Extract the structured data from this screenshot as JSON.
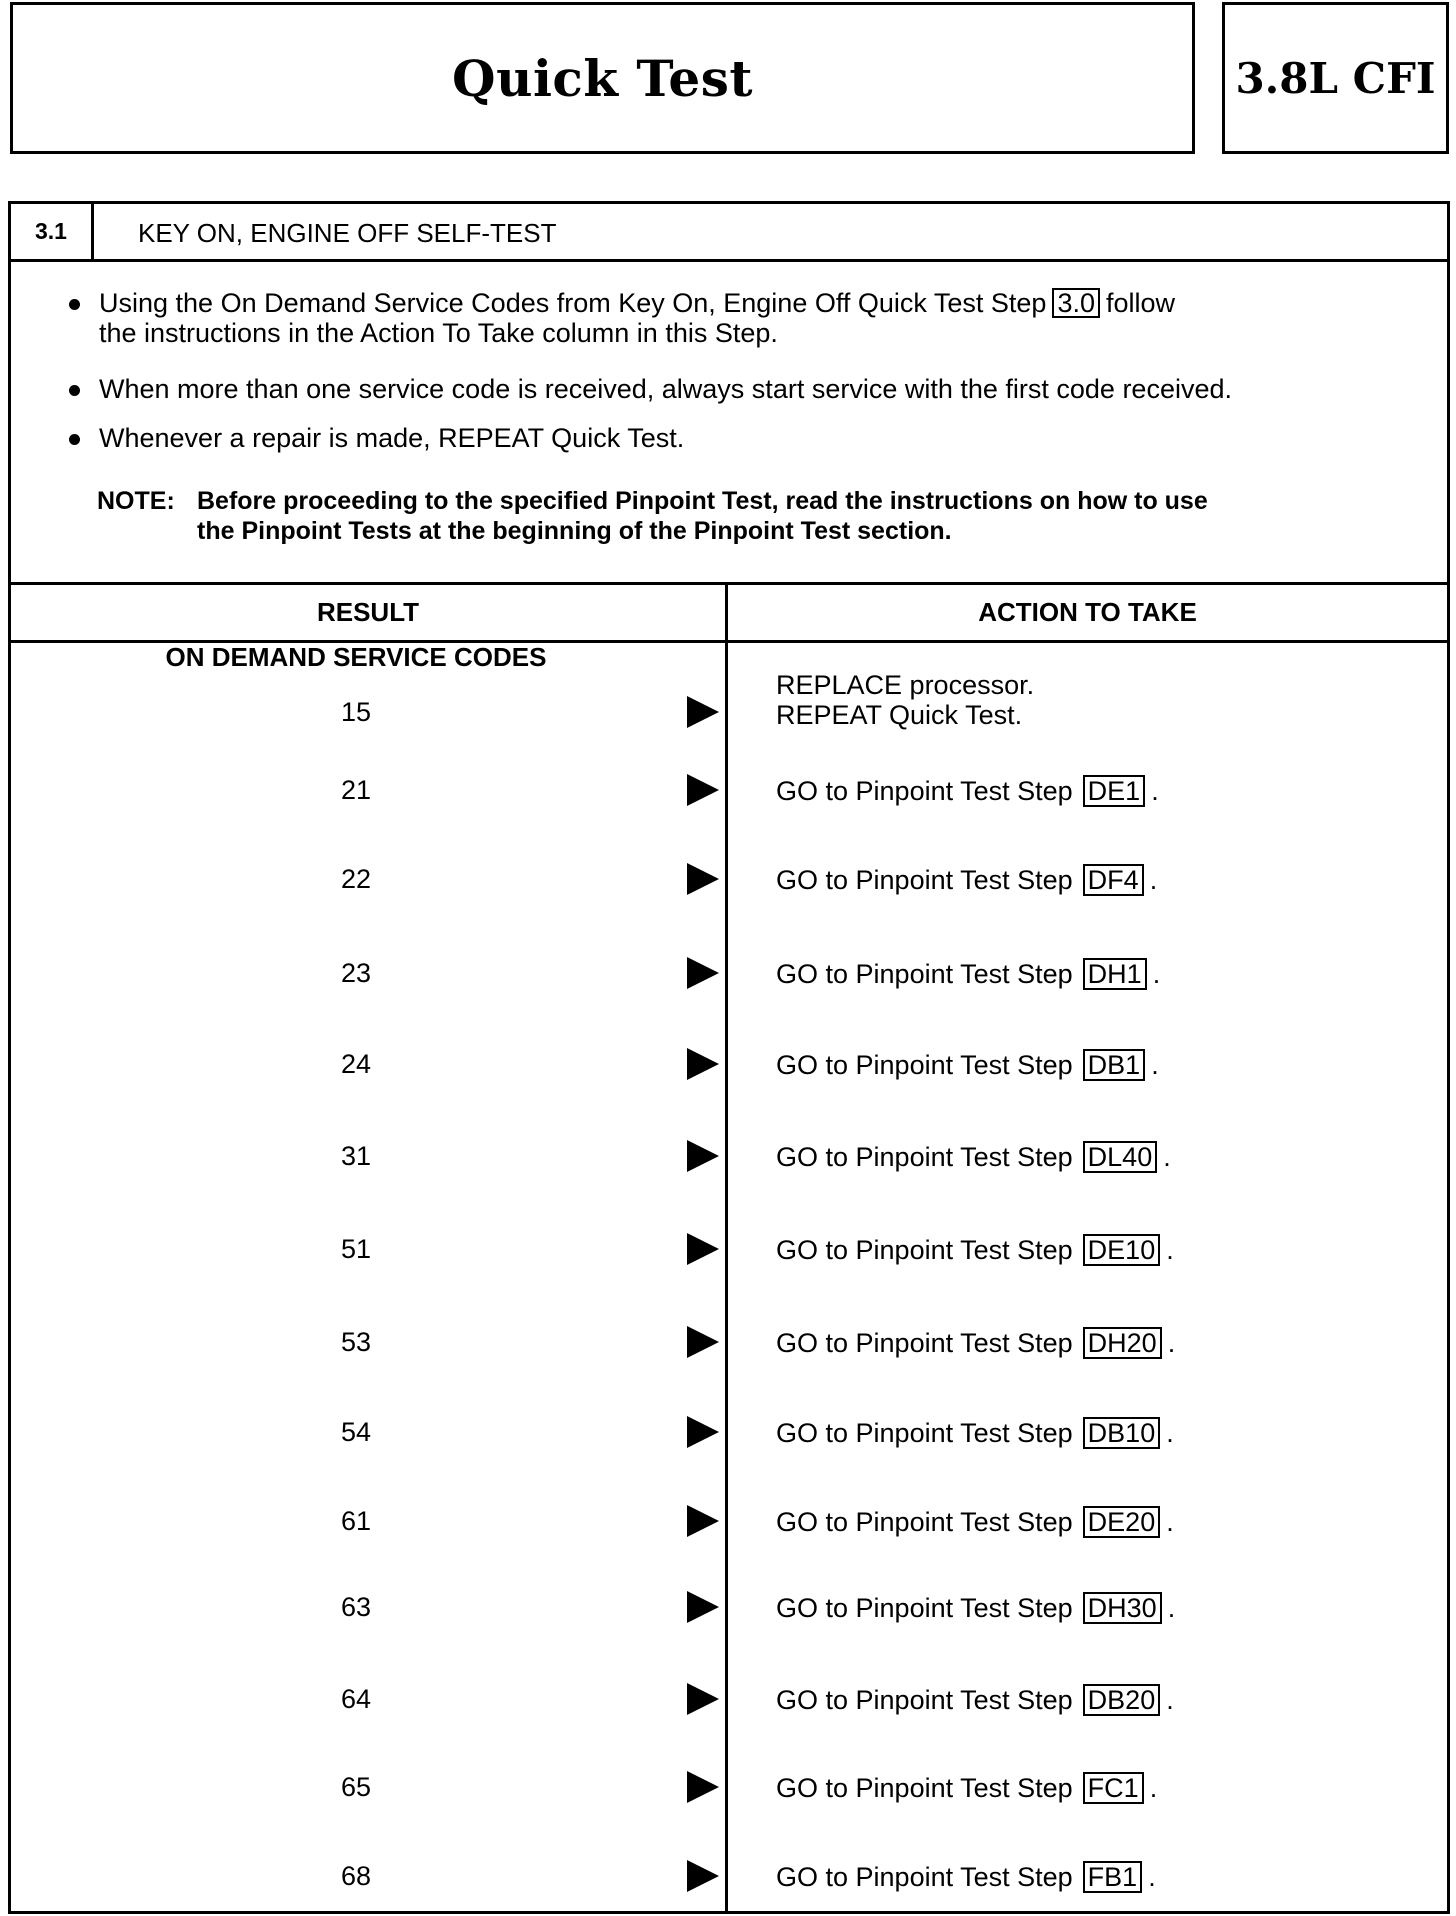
{
  "header": {
    "title": "Quick Test",
    "model": "3.8L CFI"
  },
  "step": {
    "number": "3.1",
    "title": "KEY ON, ENGINE OFF SELF-TEST"
  },
  "instructions": {
    "bullet1_line1_a": "Using the On Demand Service Codes from Key On, Engine Off Quick Test Step",
    "bullet1_ref": "3.0",
    "bullet1_line1_b": "follow",
    "bullet1_line2": "the instructions in the Action To Take column in this Step.",
    "bullet2": "When more than one service code is received, always start service with the first code received.",
    "bullet3": "Whenever a repair is made, REPEAT Quick Test.",
    "note_label": "NOTE:",
    "note_line1": "Before proceeding to the specified Pinpoint Test, read the instructions on how to use",
    "note_line2": "the Pinpoint Tests at the beginning of the Pinpoint Test section."
  },
  "table": {
    "col_result": "RESULT",
    "col_action": "ACTION TO TAKE",
    "codes_title": "ON DEMAND SERVICE CODES",
    "first_action_line1": "REPLACE processor.",
    "first_action_line2": "REPEAT Quick Test.",
    "action_prefix": "GO to Pinpoint Test Step",
    "rows": [
      {
        "code": "15"
      },
      {
        "code": "21",
        "ref": "DE1"
      },
      {
        "code": "22",
        "ref": "DF4"
      },
      {
        "code": "23",
        "ref": "DH1"
      },
      {
        "code": "24",
        "ref": "DB1"
      },
      {
        "code": "31",
        "ref": "DL40"
      },
      {
        "code": "51",
        "ref": "DE10"
      },
      {
        "code": "53",
        "ref": "DH20"
      },
      {
        "code": "54",
        "ref": "DB10"
      },
      {
        "code": "61",
        "ref": "DE20"
      },
      {
        "code": "63",
        "ref": "DH30"
      },
      {
        "code": "64",
        "ref": "DB20"
      },
      {
        "code": "65",
        "ref": "FC1"
      },
      {
        "code": "68",
        "ref": "FB1"
      }
    ]
  }
}
